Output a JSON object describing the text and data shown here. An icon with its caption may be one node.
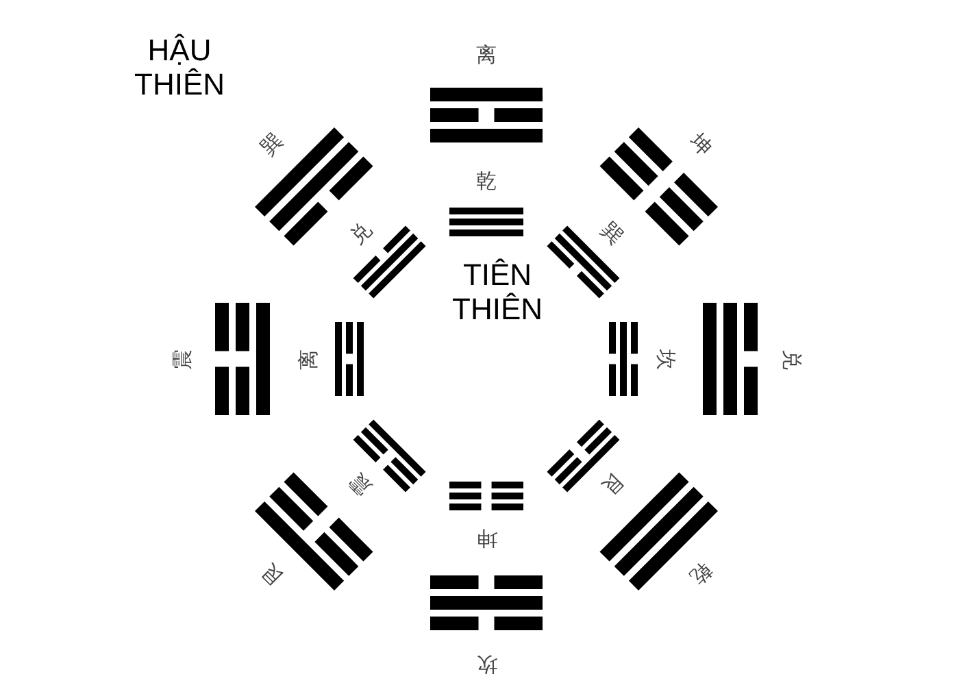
{
  "diagram": {
    "labels": [
      "HẬU THIÊN",
      "离",
      "坤",
      "兑",
      "乾",
      "坎",
      "艮",
      "震",
      "巽",
      "TIÊN THIÊN",
      "乾",
      "巽",
      "坎",
      "艮",
      "坤",
      "震",
      "离",
      "兑"
    ]
  }
}
